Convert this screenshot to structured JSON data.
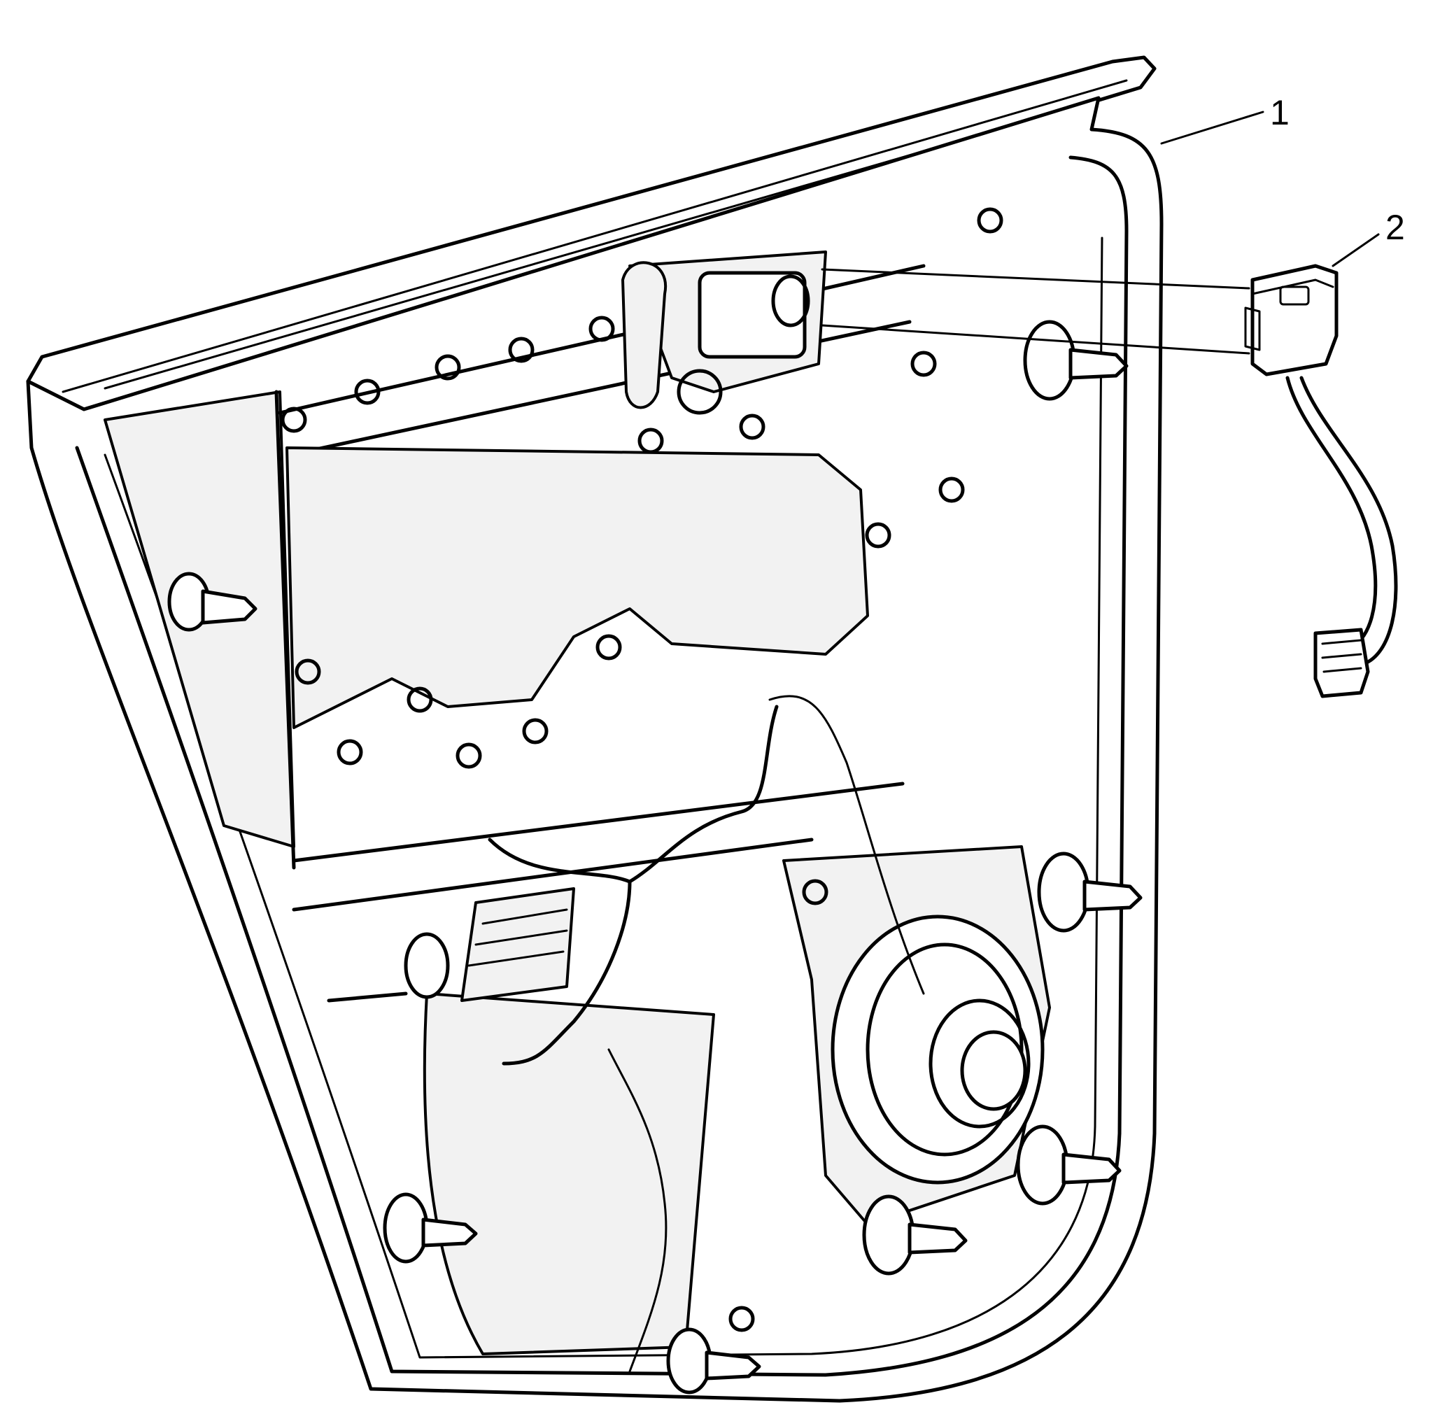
{
  "callouts": [
    {
      "id": "1",
      "label": "1"
    },
    {
      "id": "2",
      "label": "2"
    }
  ],
  "colors": {
    "line": "#000000",
    "background": "#ffffff",
    "shade": "#f2f2f2"
  }
}
